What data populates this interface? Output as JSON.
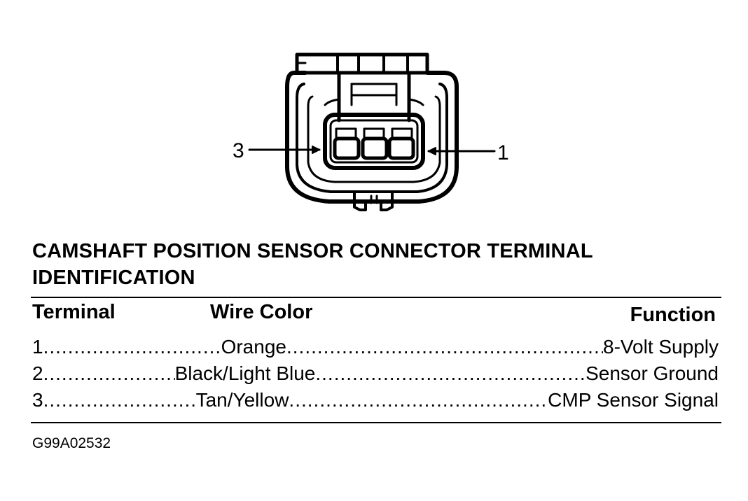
{
  "diagram": {
    "callouts": [
      {
        "id": "left",
        "label": "3"
      },
      {
        "id": "right",
        "label": "1"
      }
    ]
  },
  "title": {
    "line1": "CAMSHAFT POSITION SENSOR CONNECTOR TERMINAL",
    "line2": "IDENTIFICATION"
  },
  "table": {
    "headers": {
      "terminal": "Terminal",
      "wire_color": "Wire Color",
      "function": "Function"
    },
    "rows": [
      {
        "terminal": "1",
        "wire_color": "Orange",
        "function": "8-Volt Supply"
      },
      {
        "terminal": "2",
        "wire_color": "Black/Light Blue",
        "function": "Sensor Ground"
      },
      {
        "terminal": "3",
        "wire_color": "Tan/Yellow",
        "function": "CMP Sensor Signal"
      }
    ]
  },
  "figure_id": "G99A02532"
}
